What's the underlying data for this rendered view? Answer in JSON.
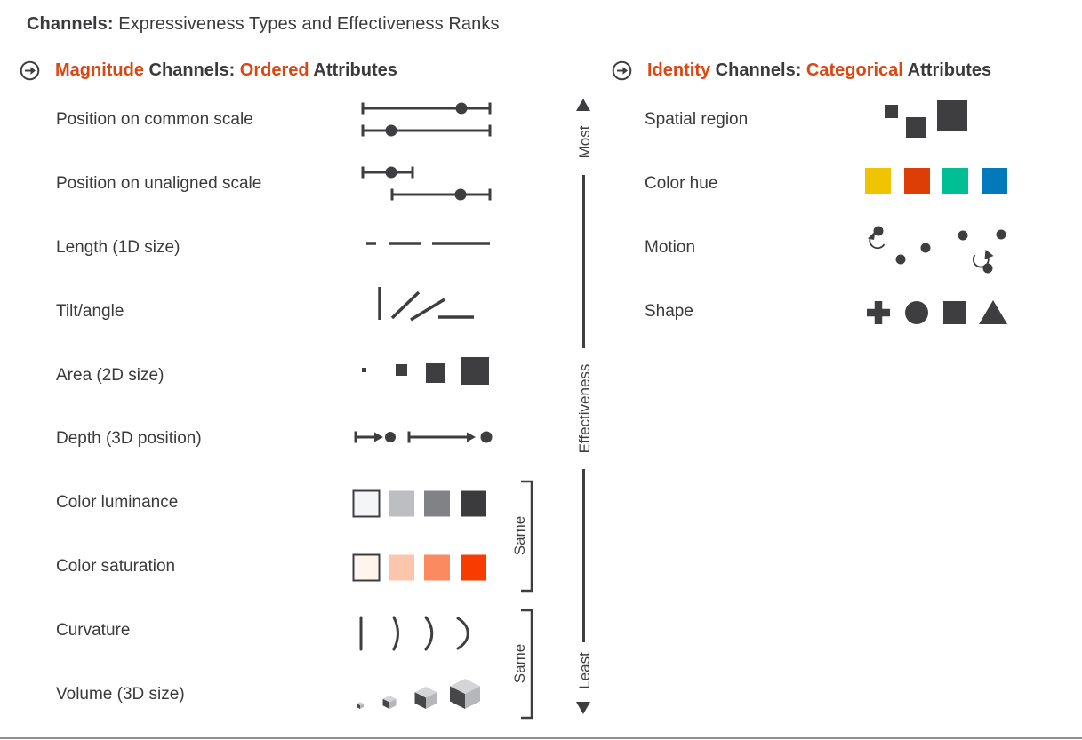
{
  "page": {
    "title_bold": "Channels:",
    "title_rest": " Expressiveness Types and Effectiveness Ranks"
  },
  "colors": {
    "accent_orange": "#DC4612",
    "ink": "#3E3E40"
  },
  "icons": {
    "section_marker": "circle-right-arrow"
  },
  "magnitude": {
    "header": {
      "p1": "Magnitude",
      "p2": " Channels: ",
      "p3": "Ordered",
      "p4": " Attributes"
    },
    "rows": [
      {
        "label": "Position on common scale"
      },
      {
        "label": "Position on unaligned scale"
      },
      {
        "label": "Length (1D size)"
      },
      {
        "label": "Tilt/angle"
      },
      {
        "label": "Area (2D size)"
      },
      {
        "label": "Depth (3D position)"
      },
      {
        "label": "Color luminance",
        "swatches": [
          "#F4F5F6",
          "#BCBEC2",
          "#818285",
          "#3B3B3D"
        ]
      },
      {
        "label": "Color saturation",
        "swatches": [
          "#FEF5EF",
          "#FCC6AC",
          "#FC8A5F",
          "#F83B00"
        ]
      },
      {
        "label": "Curvature"
      },
      {
        "label": "Volume (3D size)"
      }
    ]
  },
  "identity": {
    "header": {
      "p1": "Identity",
      "p2": " Channels: ",
      "p3": "Categorical",
      "p4": " Attributes"
    },
    "rows": [
      {
        "label": "Spatial region"
      },
      {
        "label": "Color hue",
        "swatches": [
          "#F0C400",
          "#DC3E06",
          "#00BF94",
          "#0379BC"
        ]
      },
      {
        "label": "Motion"
      },
      {
        "label": "Shape"
      }
    ]
  },
  "axis": {
    "top": "Most",
    "middle": "Effectiveness",
    "bottom": "Least"
  },
  "brackets": [
    {
      "label": "Same"
    },
    {
      "label": "Same"
    }
  ]
}
